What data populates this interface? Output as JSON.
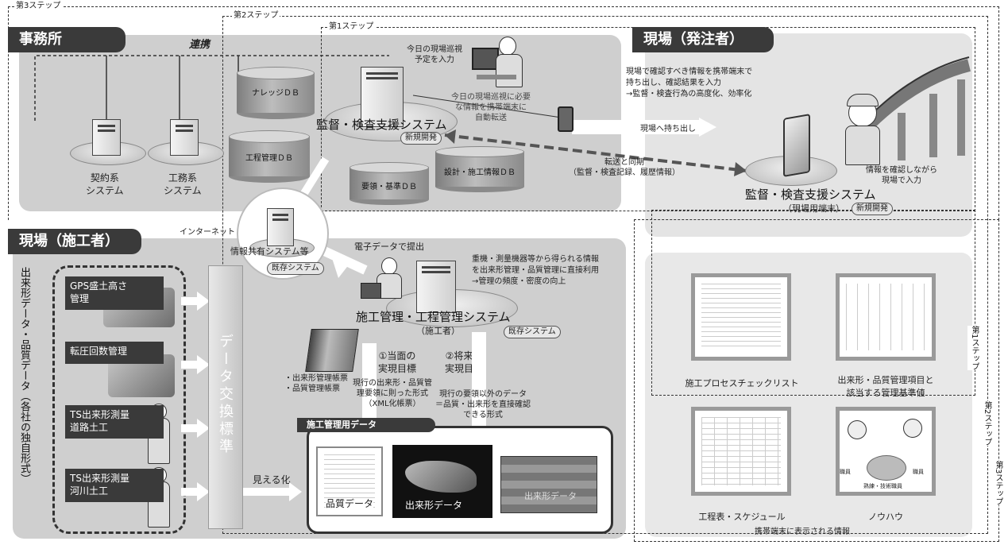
{
  "steps": {
    "step3": "第3ステップ",
    "step2": "第2ステップ",
    "step1": "第1ステップ",
    "right_step1": "第1ステップ",
    "right_step2": "第2ステップ",
    "right_step3": "第3ステップ"
  },
  "office": {
    "title": "事務所",
    "renkei": "連携",
    "contract_system": [
      "契約系",
      "システム"
    ],
    "construction_system": [
      "工務系",
      "システム"
    ],
    "db_knowledge": "ナレッジＤＢ",
    "db_process": "工程管理ＤＢ",
    "db_standard": "要領・基準ＤＢ",
    "db_design": "設計・施工情報ＤＢ",
    "main_system": "監督・検査支援システム",
    "main_badge": "新規開発",
    "input_note": [
      "今日の現場巡視",
      "予定を入力"
    ],
    "auto_transfer": [
      "今日の現場巡視に必要",
      "な情報を携帯端末に",
      "自動転送"
    ],
    "sync_note": [
      "転送と同期",
      "（監督・検査記録、履歴情報）"
    ]
  },
  "client_site": {
    "title": "現場（発注者）",
    "desc": [
      "現場で確認すべき情報を携帯端末で",
      "持ち出し、確認結果を入力",
      "→監督・検査行為の高度化、効率化"
    ],
    "carry_out": "現場へ持ち出し",
    "check_input": [
      "情報を確認しながら",
      "現場で入力"
    ],
    "system": "監督・検査支援システム",
    "system_sub": "（現場用端末）",
    "system_badge": "新規開発",
    "thumbs": [
      "施工プロセスチェックリスト",
      "出来形・品質管理項目と",
      "該当する管理基準値",
      "工程表・スケジュール",
      "ノウハウ"
    ],
    "footer": "携帯端末に表示される情報",
    "knowhow_labels": [
      "職員",
      "熟練・技術職員",
      "職員"
    ]
  },
  "contractor_site": {
    "title": "現場（施工者）",
    "internet": "インターネット",
    "info_system": "情報共有システム等",
    "info_badge": "既存システム",
    "submit": "電子データで提出",
    "left_vertical": "出来形データ・品質データ（各社の独自形式）",
    "items": [
      {
        "label": "GPS盛土高さ\n管理"
      },
      {
        "label": "転圧回数管理"
      },
      {
        "label": "TS出来形測量\n道路土工"
      },
      {
        "label": "TS出来形測量\n河川土工"
      }
    ],
    "exchange_std": "データ交換標準",
    "visible": "見える化",
    "sensor_desc": [
      "重機・測量機器等から得られる情報",
      "を出来形管理・品質管理に直接利用",
      "→管理の頻度・密度の向上"
    ],
    "mgmt_system": "施工管理・工程管理システム",
    "mgmt_sub": "（施工者）",
    "mgmt_badge": "既存システム",
    "goal1": [
      "①当面の",
      "実現目標"
    ],
    "goal2": [
      "②将来の",
      "実現目標"
    ],
    "books": [
      "・出来形管理帳票",
      "・品質管理帳票"
    ],
    "goal1_desc": [
      "現行の出来形・品質管",
      "理要領に則った形式",
      "（XML化帳票）"
    ],
    "goal2_desc": [
      "現行の要領以外のデータ",
      "＝品質・出来形を直接確認",
      "できる形式"
    ],
    "data_panel_title": "施工管理用データ",
    "data_quality": "品質データ",
    "data_form": "出来形データ",
    "data_form2": "出来形データ"
  }
}
